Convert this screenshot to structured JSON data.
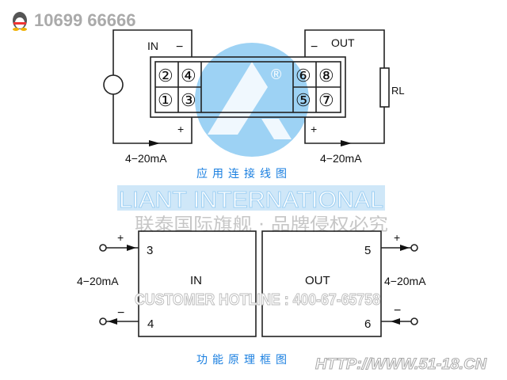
{
  "header": {
    "qq_number": "10699 66666"
  },
  "wiring": {
    "in_label": "IN",
    "out_label": "OUT",
    "minus": "−",
    "plus": "+",
    "current_in": "4−20mA",
    "current_out": "4−20mA",
    "load": "RL",
    "terminals": [
      "②",
      "④",
      "①",
      "③",
      "⑥",
      "⑧",
      "⑤",
      "⑦"
    ],
    "caption": "应用连接线图"
  },
  "watermark": {
    "brand": "LIANT INTERNATIONAL",
    "registered": "®",
    "slogan": "联泰国际旗舰 · 品牌侵权必究",
    "hotline": "CUSTOMER HOTLINE : 400-67-65758",
    "url": "HTTP://WWW.51-18.CN"
  },
  "block": {
    "in_label": "IN",
    "out_label": "OUT",
    "pin3": "3",
    "pin4": "4",
    "pin5": "5",
    "pin6": "6",
    "plus": "+",
    "minus": "−",
    "current_in": "4−20mA",
    "current_out": "4−20mA",
    "caption": "功能原理框图"
  },
  "colors": {
    "accent": "#1a7fe0",
    "watermark_blue": "#8ccaf2"
  }
}
